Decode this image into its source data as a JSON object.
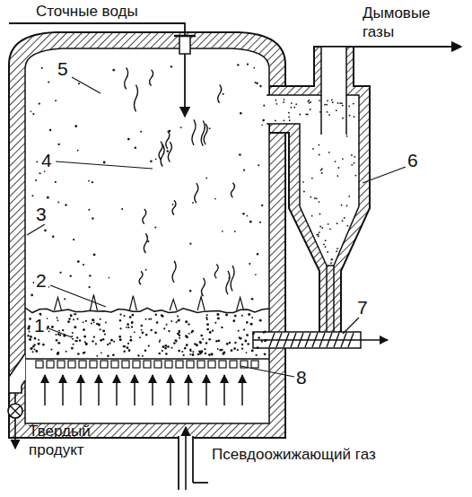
{
  "diagram": {
    "labels": [
      "Сточные воды",
      "Дымовые газы",
      "5",
      "4",
      "3",
      "2",
      "1",
      "8",
      "6",
      "7",
      "Твердый продукт",
      "Псевдоожижающий газ"
    ]
  }
}
